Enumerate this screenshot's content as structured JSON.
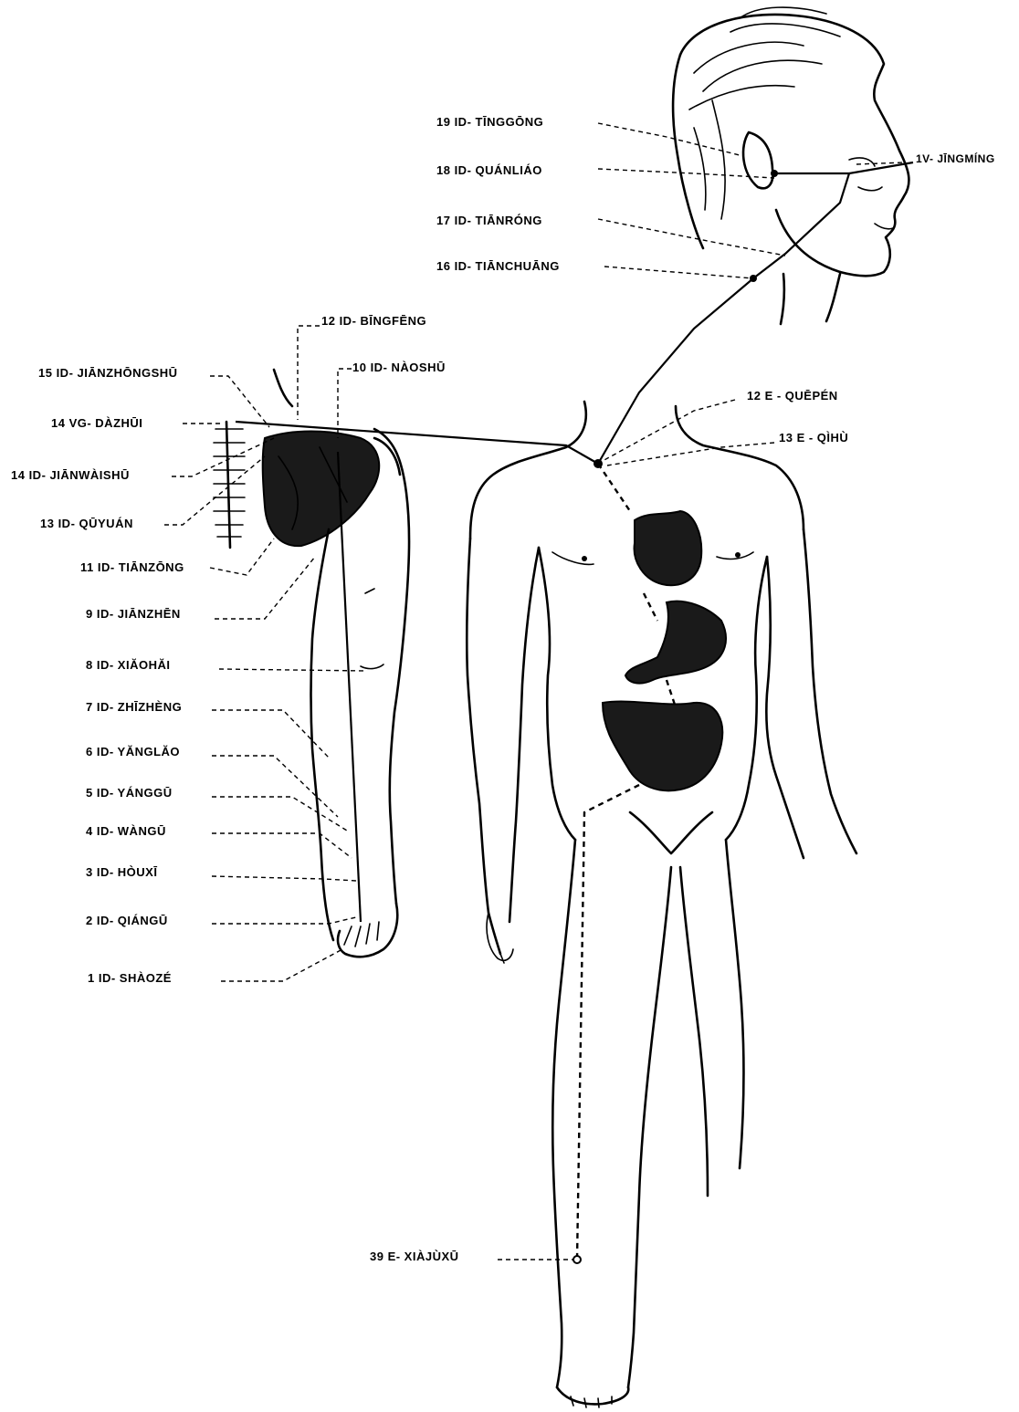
{
  "points": {
    "id19": "19 ID- TĪNGGŌNG",
    "id18": "18 ID- QUÁNLIÁO",
    "id17": "17 ID- TIĀNRÓNG",
    "id16": "16 ID- TIĀNCHUĀNG",
    "v1": "1V- JĪNGMÍNG",
    "id12": "12 ID- BĪNGFĒNG",
    "id10": "10 ID- NÀOSHŪ",
    "id15": "15 ID- JIĀNZHŌNGSHŪ",
    "vg14": "14 VG- DÀZHŪI",
    "id14": "14 ID- JIĀNWÀISHŪ",
    "id13": "13 ID- QŪYUÁN",
    "id11": "11 ID- TIĀNZŌNG",
    "id9": "9 ID- JIĀNZHĒN",
    "id8": "8 ID- XIĂOHĂI",
    "id7": "7 ID- ZHĪZHÈNG",
    "id6": "6 ID- YĂNGLĂO",
    "id5": "5 ID- YÁNGGŪ",
    "id4": "4 ID- WÀNGŪ",
    "id3": "3 ID- HÒUXĪ",
    "id2": "2 ID- QIÁNGŪ",
    "id1": "1 ID- SHÀOZÉ",
    "e12": "12 E - QUĒPÉN",
    "e13": "13 E - QÌHÙ",
    "e39": "39 E- XIÀJÙXŪ"
  },
  "colors": {
    "ink": "#000000",
    "paper": "#ffffff"
  }
}
